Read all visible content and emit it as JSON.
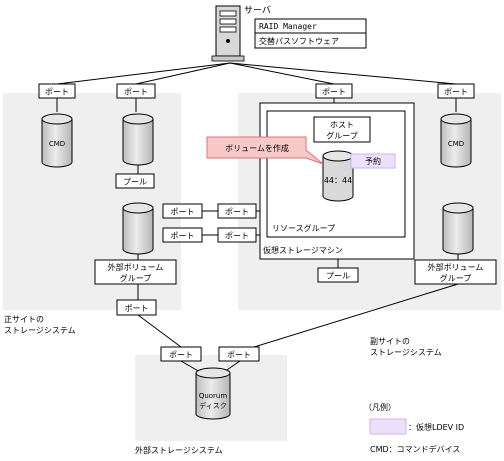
{
  "server": {
    "label": "サーバ",
    "software": [
      "RAID Manager",
      "交替パスソフトウェア"
    ]
  },
  "port_label": "ポート",
  "primary_site": {
    "label_lines": [
      "正サイトの",
      "ストレージシステム"
    ],
    "cmd": "CMD",
    "pool": "プール",
    "ext_vol_group": [
      "外部ボリューム",
      "グループ"
    ]
  },
  "secondary_site": {
    "label_lines": [
      "副サイトの",
      "ストレージシステム"
    ],
    "cmd": "CMD",
    "host_group": [
      "ホスト",
      "グループ"
    ],
    "volume_id": "44：44",
    "reserved": "予約",
    "resource_group": "リソースグループ",
    "virtual_storage_machine": "仮想ストレージマシン",
    "pool": "プール",
    "ext_vol_group": [
      "外部ボリューム",
      "グループ"
    ]
  },
  "callout": "ボリュームを作成",
  "external_storage": {
    "label": "外部ストレージシステム",
    "quorum": [
      "Quorum",
      "ディスク"
    ]
  },
  "legend": {
    "title": "（凡例）",
    "virtual_ldev": "：仮想LDEV ID",
    "cmd": "CMD：コマンドデバイス"
  },
  "colors": {
    "site_bg": "#efefef",
    "disk_fill": "#dcdcdc",
    "callout_fill": "#f8c8c8",
    "callout_border": "#e07070",
    "virtual_ldev_fill": "#ece0fb",
    "virtual_ldev_border": "#c8b4ee"
  }
}
